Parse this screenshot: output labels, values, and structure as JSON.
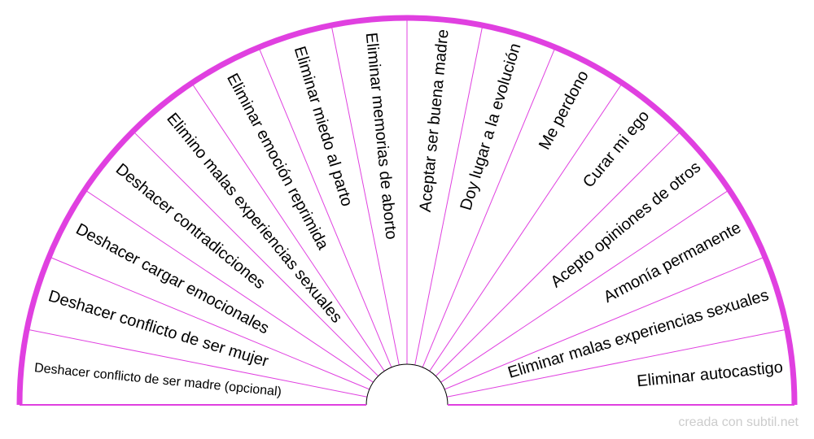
{
  "chart_data": {
    "type": "half-wheel",
    "sectors": [
      "Deshacer conflicto de ser madre (opcional)",
      "Deshacer conflicto de ser mujer",
      "Deshacer cargar emocionales",
      "Deshacer contradicciones",
      "Elimino malas experiencias sexuales",
      "Eliminar emoción reprimida",
      "Eliminar miedo al parto",
      "Eliminar memorias de aborto",
      "Aceptar ser buena madre",
      "Doy lugar a la evolución",
      "Me perdono",
      "Curar mi ego",
      "Acepto opiniones de otros",
      "Armonía permanente",
      "Eliminar malas experiencias sexuales",
      "Eliminar autocastigo"
    ],
    "colors": {
      "rim": "#e040e0",
      "divider": "#e040e0",
      "text": "#000000"
    }
  },
  "watermark": "creada con subtil.net"
}
